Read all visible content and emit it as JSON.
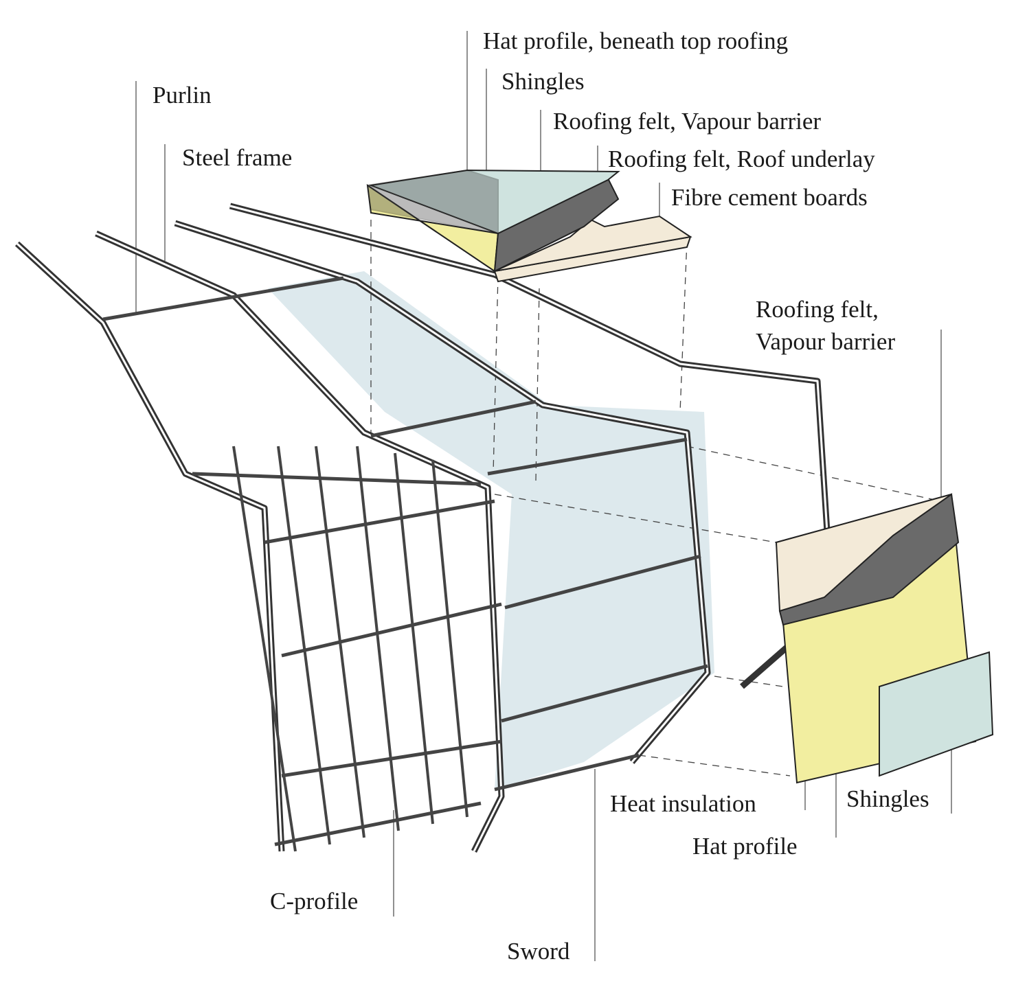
{
  "labels": {
    "hat_profile_top": "Hat profile, beneath top roofing",
    "shingles_top": "Shingles",
    "roofing_felt_vapour_top": "Roofing felt, Vapour barrier",
    "roofing_felt_underlay": "Roofing felt, Roof underlay",
    "fibre_cement": "Fibre cement boards",
    "purlin": "Purlin",
    "steel_frame": "Steel frame",
    "roofing_felt_side_1": "Roofing felt,",
    "roofing_felt_side_2": "Vapour barrier",
    "heat_insulation": "Heat insulation",
    "shingles_side": "Shingles",
    "hat_profile_side": "Hat profile",
    "c_profile": "C-profile",
    "sword": "Sword"
  },
  "colors": {
    "insulation": "#f2eea0",
    "shingle": "#cfe3df",
    "sheathing": "#d7e5ea",
    "felt": "#6a6a6a",
    "board": "#f3ead8"
  }
}
